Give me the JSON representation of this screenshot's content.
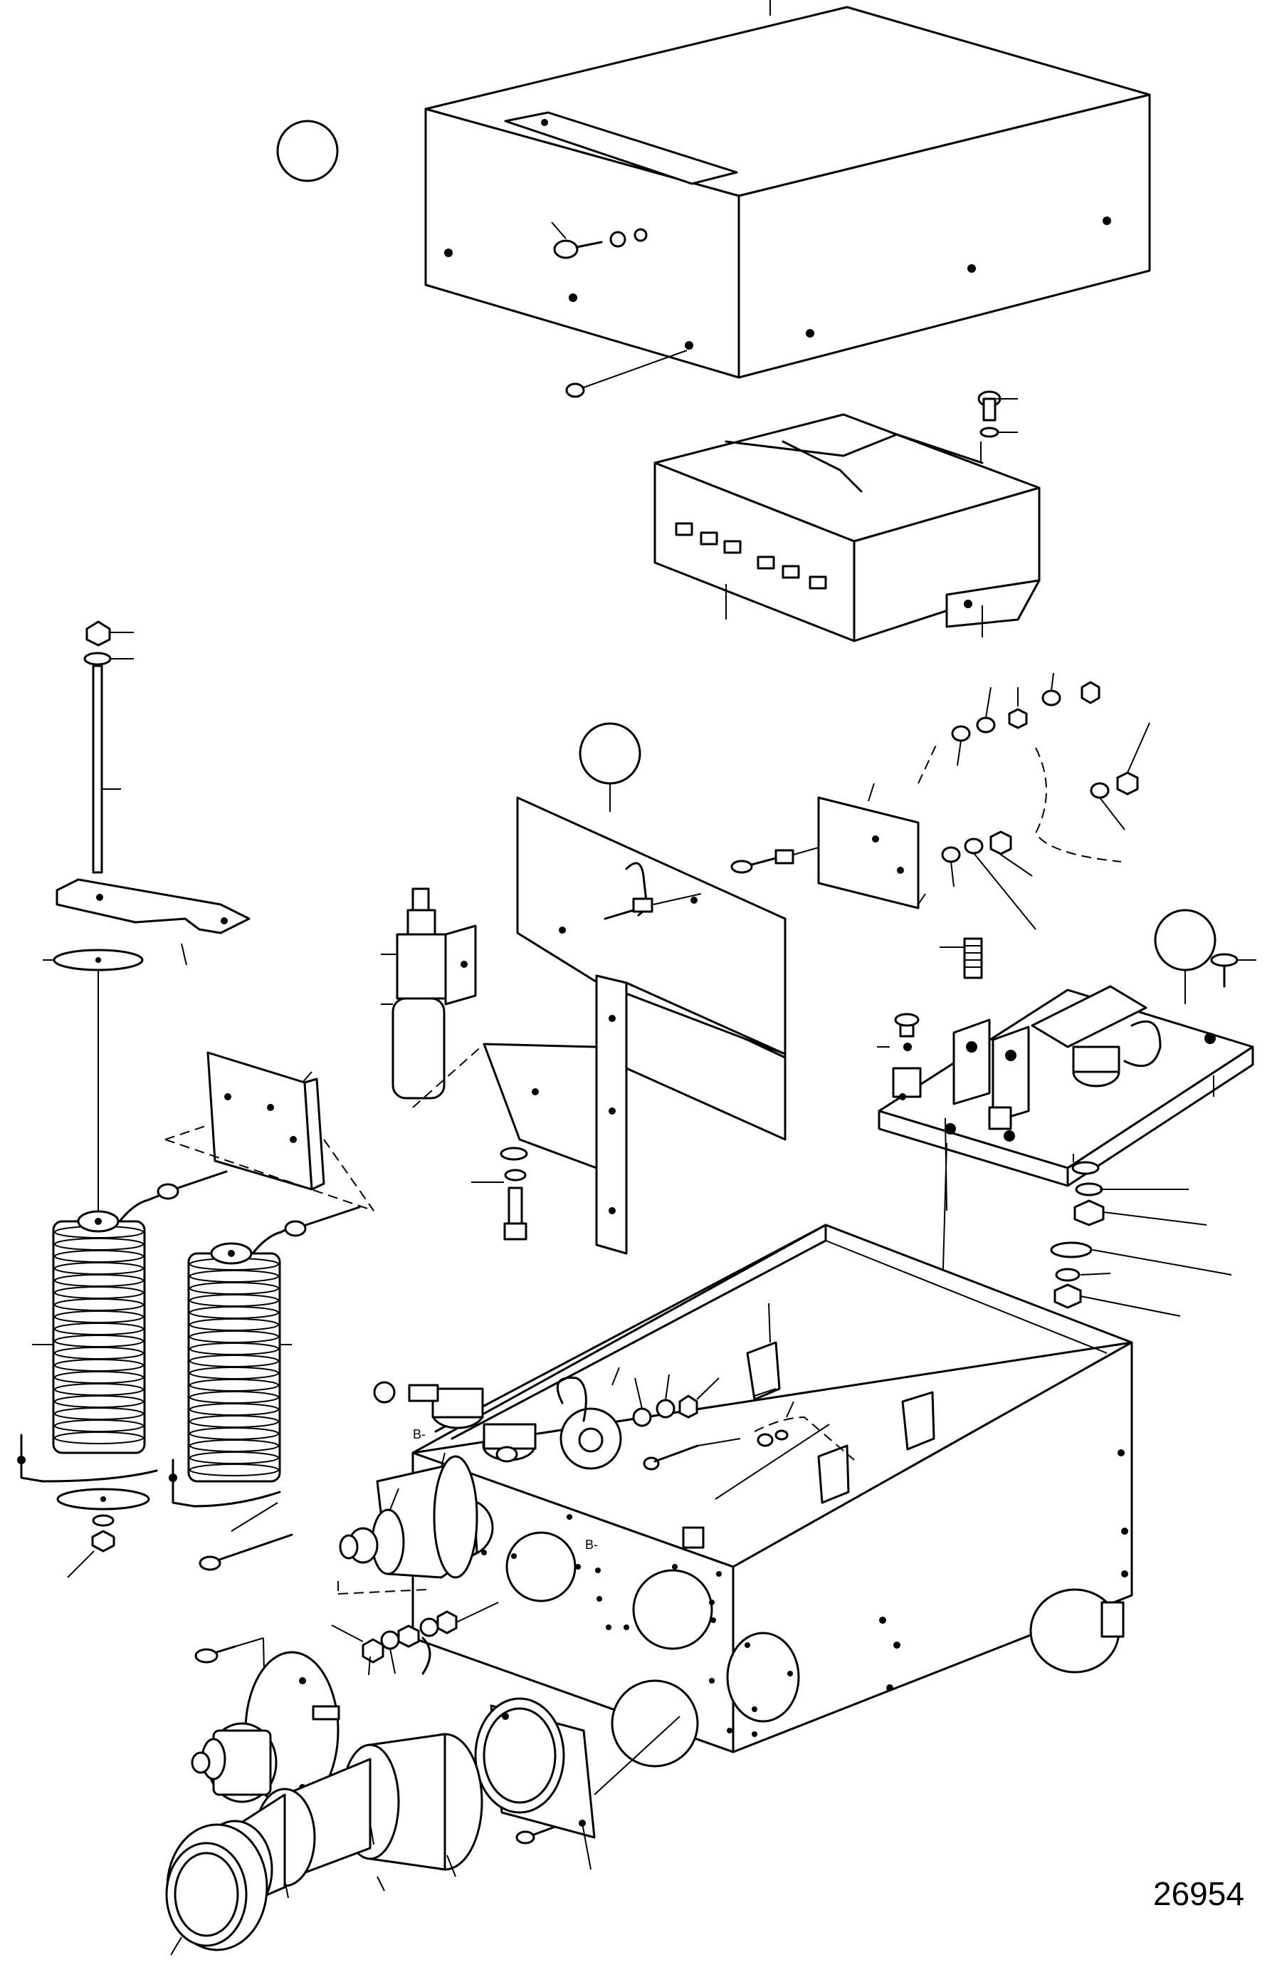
{
  "figure": {
    "number": "26954",
    "circle_markers": [
      "",
      "",
      ""
    ],
    "terminal_marks": [
      "B-",
      "B-"
    ]
  }
}
